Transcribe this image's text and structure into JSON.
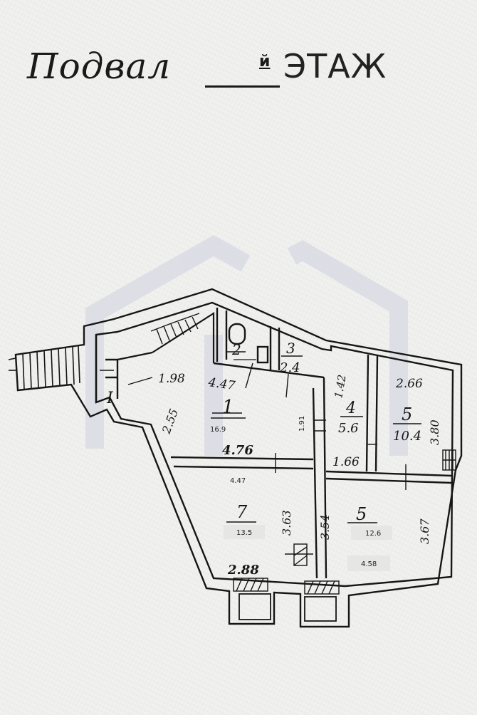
{
  "title": {
    "handwritten": "Подвал",
    "suffix": "й",
    "floor_label": "ЭТАЖ"
  },
  "watermark": {
    "description": "house-logo",
    "color": "#d9dbe4"
  },
  "rooms": [
    {
      "id": "room-1",
      "number": "1",
      "area": "16.9"
    },
    {
      "id": "room-2",
      "number": "2",
      "area": ""
    },
    {
      "id": "room-3",
      "number": "3",
      "area": "2.4"
    },
    {
      "id": "room-4",
      "number": "4",
      "area": "5.6"
    },
    {
      "id": "room-5-north",
      "number": "5",
      "area": "10.4"
    },
    {
      "id": "room-5-south",
      "number": "5",
      "area": "12.6"
    },
    {
      "id": "room-7",
      "number": "7",
      "area": "13.5"
    },
    {
      "id": "room-i",
      "number": "I",
      "area": ""
    }
  ],
  "dimensions": {
    "d_1_98": "1.98",
    "d_4_47_top": "4.47",
    "d_2_55": "2.55",
    "d_1_91": "1.91",
    "d_4_76": "4.76",
    "d_4_47_mid": "4.47",
    "d_3_63": "3.63",
    "d_2_88": "2.88",
    "d_1_42": "1.42",
    "d_1_66": "1.66",
    "d_2_66": "2.66",
    "d_3_80": "3.80",
    "d_3_54": "3.54",
    "d_3_67": "3.67",
    "d_4_58": "4.58"
  },
  "colors": {
    "ink": "#161616",
    "paper": "#f1f1ef"
  }
}
